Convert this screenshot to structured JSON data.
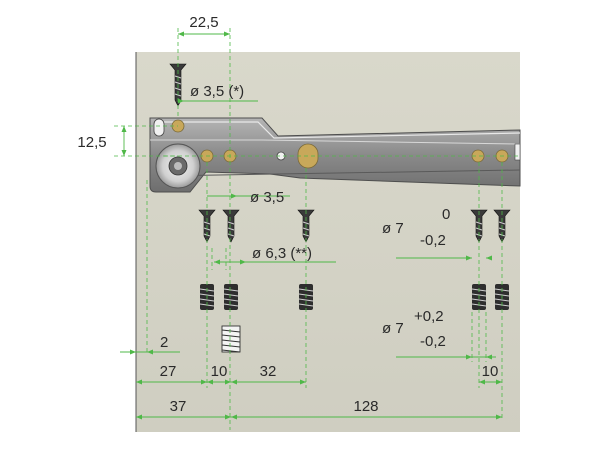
{
  "dimensions": {
    "top_spacing": "22,5",
    "hole_small_top": "ø 3,5 (*)",
    "height_offset": "12,5",
    "hole_mid": "ø 3,5",
    "hole_large": "ø 6,3 (**)",
    "dowel_upper_dia": "ø 7",
    "dowel_upper_tol_top": "0",
    "dowel_upper_tol_bottom": "-0,2",
    "dowel_lower_dia": "ø 7",
    "dowel_lower_tol_top": "+0,2",
    "dowel_lower_tol_bottom": "-0,2",
    "edge_gap": "2",
    "dist_27": "27",
    "dist_10_left": "10",
    "dist_32": "32",
    "dist_10_right": "10",
    "dist_37": "37",
    "dist_128": "128"
  },
  "colors": {
    "panel": "#d4d3c6",
    "rail": "#8f8f8f",
    "dimension": "#4fb848",
    "screw": "#3a3a3a"
  }
}
